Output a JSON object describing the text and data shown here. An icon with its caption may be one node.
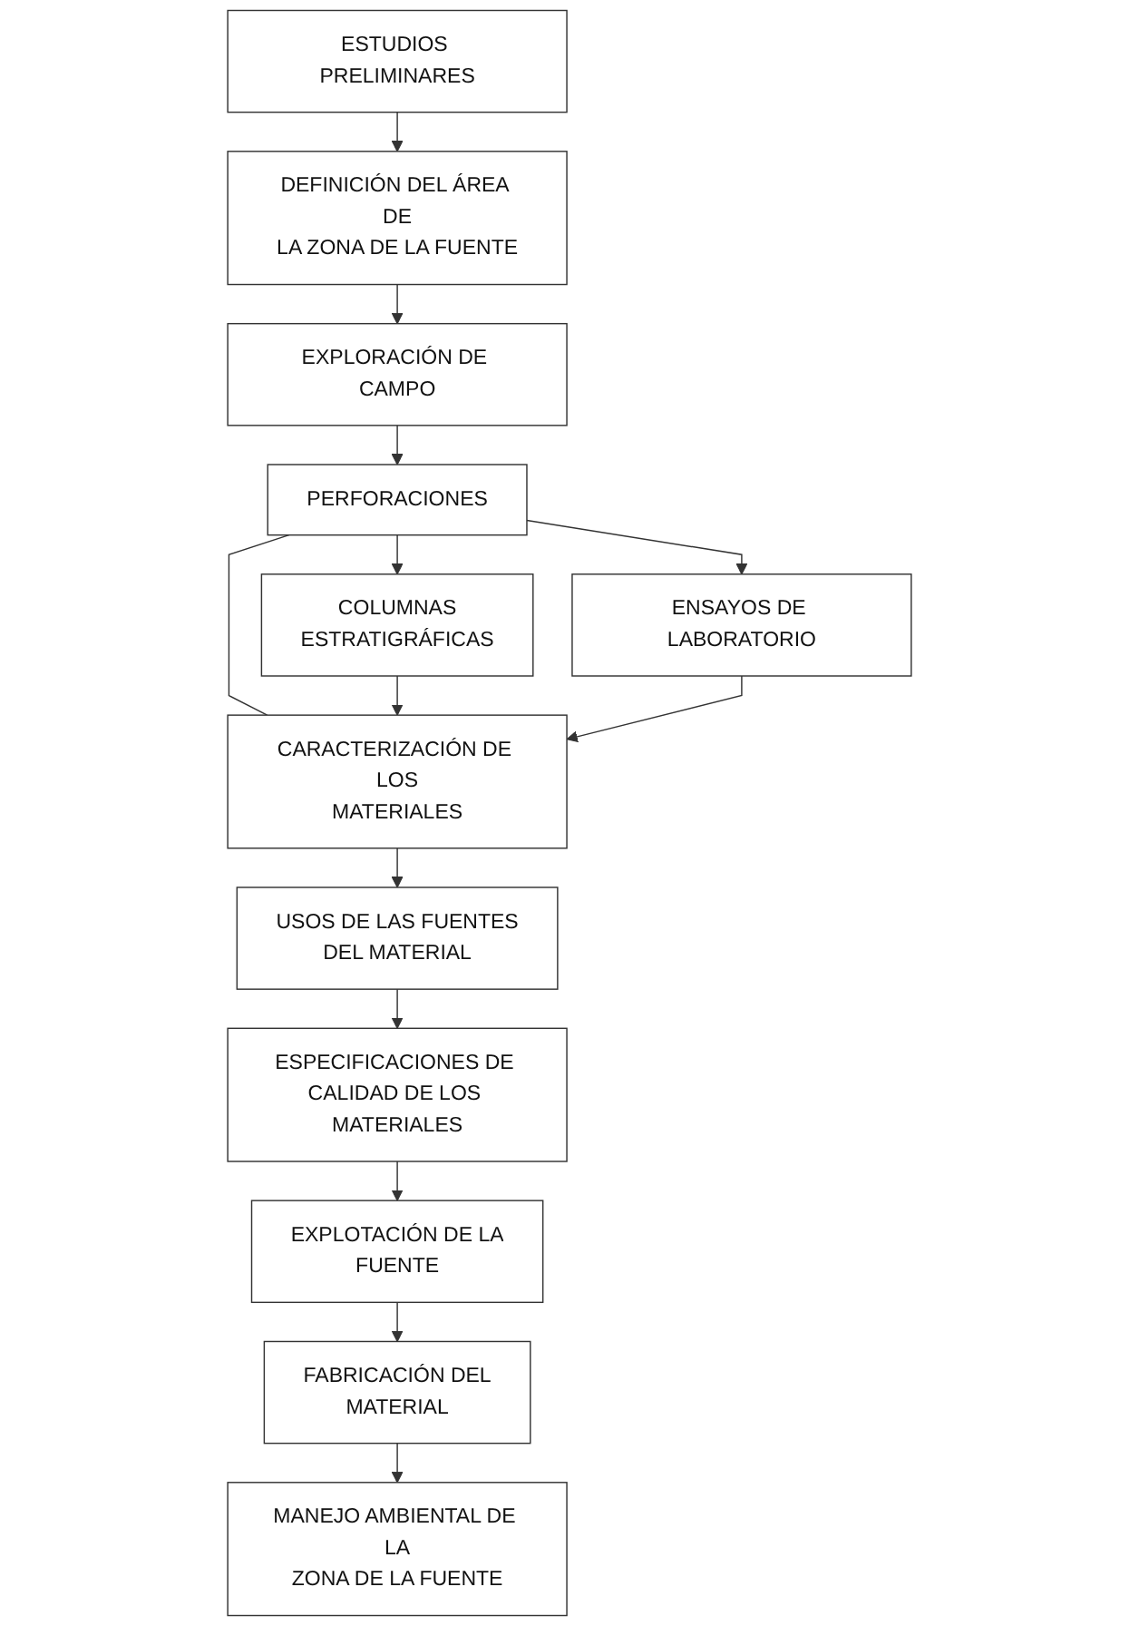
{
  "diagram": {
    "nodes": [
      {
        "text": [
          "ESTUDIOS PRELIMINARES"
        ]
      },
      {
        "text": [
          "DEFINICIÓN DEL ÁREA DE LA ZONA DE LA FUENTE"
        ]
      },
      {
        "text": [
          "EXPLORACIÓN DE CAMPO"
        ]
      },
      {
        "text": [
          "PERFORACIONES"
        ]
      },
      {
        "text": [
          "COLUMNAS ESTRATIGRÁFICAS"
        ]
      },
      {
        "text": [
          "ENSAYOS DE LABORATORIO"
        ]
      },
      {
        "text": [
          "CARACTERIZACIÓN DE LOS MATERIALES"
        ]
      },
      {
        "text": [
          "USOS DE LAS FUENTES DEL MATERIAL"
        ]
      },
      {
        "text": [
          "ESPECIFICACIONES DE CALIDAD DE LOS MATERIALES"
        ]
      },
      {
        "text": [
          "EXPLOTACIÓN DE LA FUENTE"
        ]
      },
      {
        "text": [
          "FABRICACIÓN DEL MATERIAL"
        ]
      },
      {
        "text": [
          "MANEJO AMBIENTAL DE LA ZONA DE LA FUENTE"
        ]
      }
    ],
    "edges": [
      {
        "from": 0,
        "to": 1,
        "arrow": "to"
      },
      {
        "from": 1,
        "to": 2,
        "arrow": "to"
      },
      {
        "from": 2,
        "to": 3,
        "arrow": "to"
      },
      {
        "from": 3,
        "to": 4,
        "arrow": "to"
      },
      {
        "from": 3,
        "to": 6,
        "arrow": "none"
      },
      {
        "from": 3,
        "to": 5,
        "arrow": "to"
      },
      {
        "from": 4,
        "to": 6,
        "arrow": "to"
      },
      {
        "from": 5,
        "to": 6,
        "arrow": "to"
      },
      {
        "from": 6,
        "to": 7,
        "arrow": "to"
      },
      {
        "from": 7,
        "to": 8,
        "arrow": "to"
      },
      {
        "from": 8,
        "to": 9,
        "arrow": "to"
      },
      {
        "from": 9,
        "to": 10,
        "arrow": "to"
      },
      {
        "from": 10,
        "to": 11,
        "arrow": "to"
      }
    ]
  }
}
